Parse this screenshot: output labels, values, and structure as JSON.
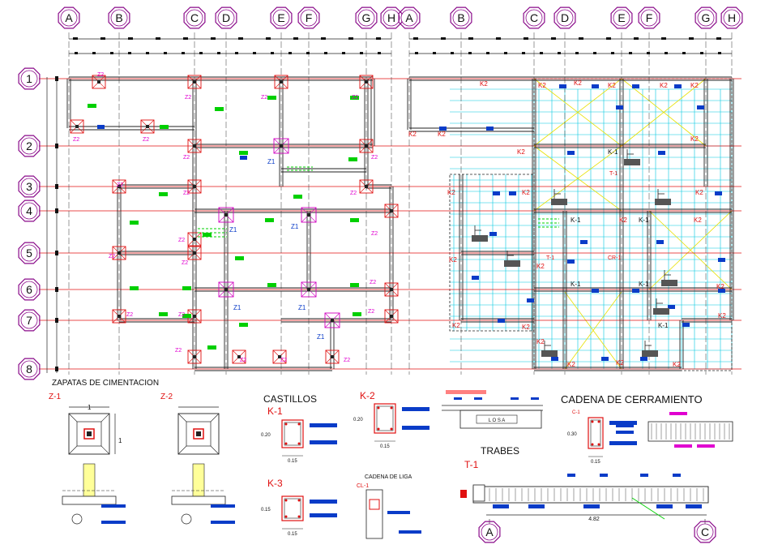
{
  "colors": {
    "grid_line": "#e01010",
    "axis_label": "#8a0a8a",
    "wall": "#222222",
    "column_red": "#e01010",
    "column_magenta": "#d000c0",
    "slab_grid": "#00c8e0",
    "slab_yellow": "#e8e000",
    "tag_green": "#00d000",
    "tag_blue": "#0a3cc8",
    "tag_magenta": "#e000d0",
    "background": "#ffffff"
  },
  "axes_columns_left": [
    "A",
    "B",
    "C",
    "D",
    "E",
    "F",
    "G",
    "H"
  ],
  "axes_columns_right": [
    "A",
    "B",
    "C",
    "D",
    "E",
    "F",
    "G",
    "H"
  ],
  "axes_rows": [
    "1",
    "2",
    "3",
    "4",
    "5",
    "6",
    "7",
    "8"
  ],
  "footing_tags": {
    "z1": "Z1",
    "z2": "Z2"
  },
  "slab_tags": {
    "k1": "K-1",
    "k2": "K2",
    "t1": "T-1",
    "cr1": "CR-1"
  },
  "details": {
    "zapatas_title": "ZAPATAS DE CIMENTACION",
    "z1_label": "Z-1",
    "z2_label": "Z-2",
    "z_dim": "1",
    "castillos_title": "CASTILLOS",
    "k1_label": "K-1",
    "k2_label": "K-2",
    "k3_label": "K-3",
    "dim_020": "0.20",
    "dim_015": "0.15",
    "dim_030": "0.30",
    "cadena_liga_title": "CADENA DE LIGA",
    "cl1_label": "CL-1",
    "losa_label": "L O S A",
    "cadena_cerramiento_title": "CADENA DE CERRAMIENTO",
    "c1_label": "C-1",
    "trabes_title": "TRABES",
    "t1_label": "T-1",
    "span_dim": "4.82",
    "bubble_a": "A",
    "bubble_c": "C"
  }
}
